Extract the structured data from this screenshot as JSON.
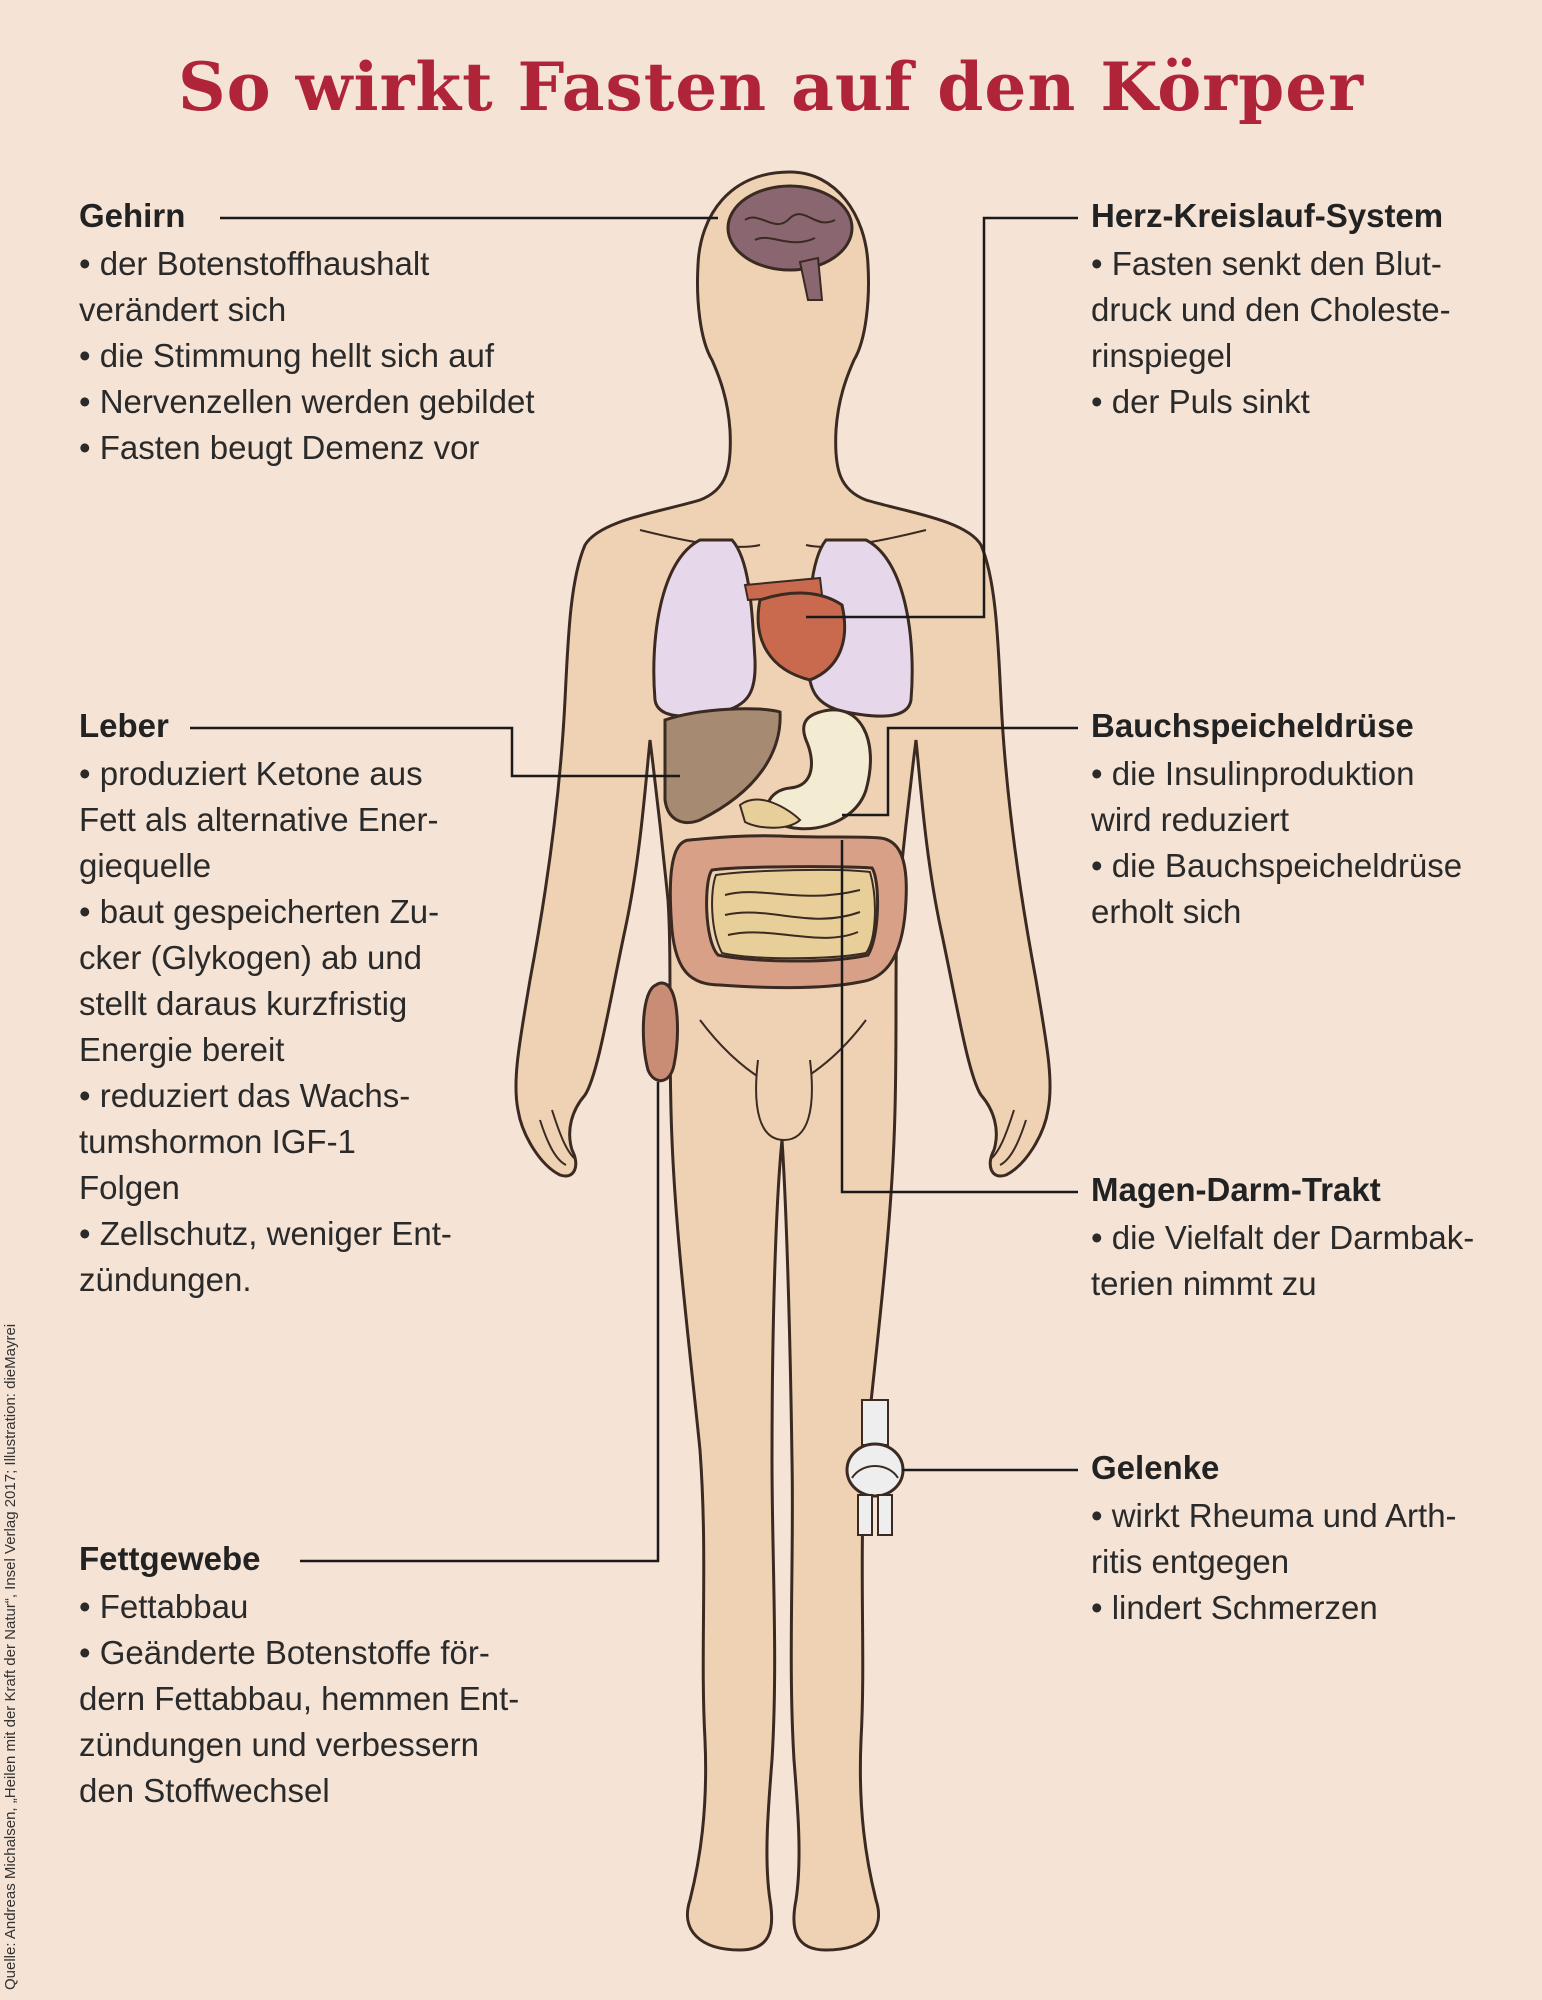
{
  "title": "So wirkt Fasten auf den Körper",
  "source": "Quelle: Andreas Michalsen, „Heilen mit der Kraft der Natur“, Insel Verlag 2017; Illustration: dieMayrei",
  "colors": {
    "background": "#f5e3d5",
    "title": "#b0243a",
    "skin": "#efd2b4",
    "outline": "#3a2a22",
    "lungs": "#e6d8ea",
    "heart": "#c96a4e",
    "brain": "#8a6670",
    "liver": "#a68a72",
    "stomach": "#f4ecd2",
    "intestine": "#d9a088",
    "small_intestine": "#e8cf9a",
    "kidney": "#c98c74",
    "knee": "#eeeeee"
  },
  "sections": {
    "gehirn": {
      "heading": "Gehirn",
      "lines": [
        "• der Botenstoffhaushalt\nverändert sich",
        "• die Stimmung hellt sich auf",
        "• Nervenzellen werden gebildet",
        "• Fasten beugt Demenz vor"
      ]
    },
    "herz": {
      "heading": "Herz-Kreislauf-System",
      "lines": [
        "• Fasten senkt den Blut-\ndruck und den Choleste-\nrinspiegel",
        "• der Puls sinkt"
      ]
    },
    "leber": {
      "heading": "Leber",
      "lines": [
        "• produziert Ketone aus\nFett als alternative Ener-\ngiequelle",
        "• baut gespeicherten Zu-\ncker (Glykogen) ab und\nstellt daraus kurzfristig\nEnergie bereit",
        "• reduziert das Wachs-\ntumshormon IGF-1\nFolgen",
        "• Zellschutz, weniger Ent-\nzündungen."
      ]
    },
    "bauch": {
      "heading": "Bauchspeicheldrüse",
      "lines": [
        "• die Insulinproduktion\nwird reduziert",
        "• die Bauchspeicheldrüse\nerholt sich"
      ]
    },
    "magen": {
      "heading": "Magen-Darm-Trakt",
      "lines": [
        "• die Vielfalt der Darmbak-\nterien nimmt zu"
      ]
    },
    "gelenke": {
      "heading": "Gelenke",
      "lines": [
        "• wirkt Rheuma und Arth-\nritis entgegen",
        "• lindert Schmerzen"
      ]
    },
    "fett": {
      "heading": "Fettgewebe",
      "lines": [
        "• Fettabbau",
        "• Geänderte Botenstoffe för-\ndern Fettabbau, hemmen Ent-\nzündungen und verbessern\nden Stoffwechsel"
      ]
    }
  }
}
